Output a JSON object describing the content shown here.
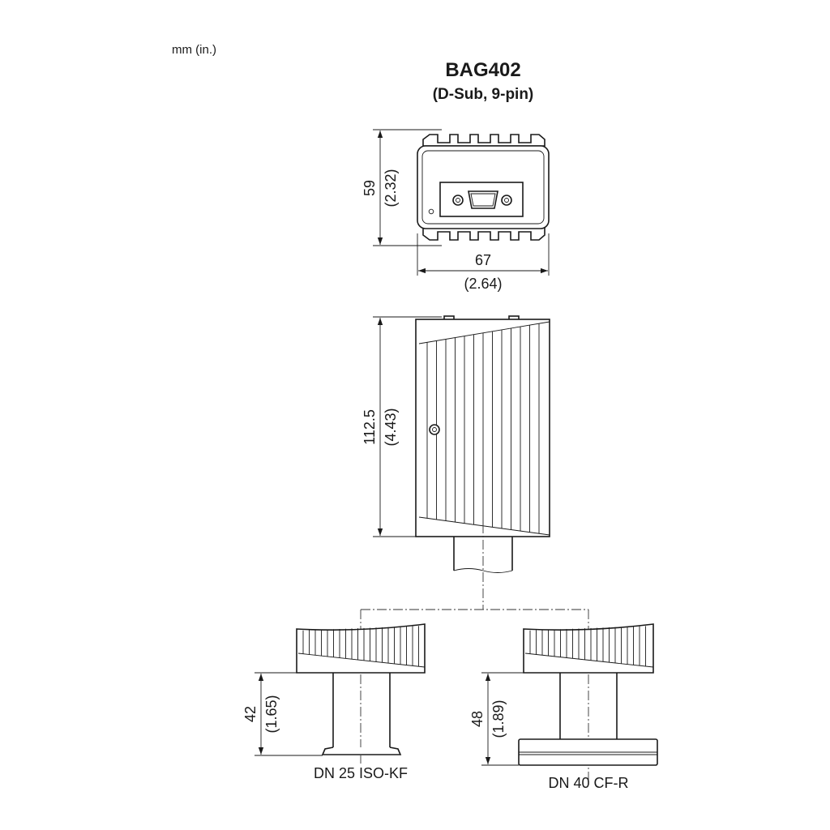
{
  "units_label": "mm (in.)",
  "title": "BAG402",
  "subtitle": "(D-Sub, 9-pin)",
  "dimensions": {
    "front_height": {
      "mm": "59",
      "in": "(2.32)"
    },
    "front_width": {
      "mm": "67",
      "in": "(2.64)"
    },
    "side_length": {
      "mm": "112.5",
      "in": "(4.43)"
    },
    "kf_height": {
      "mm": "42",
      "in": "(1.65)"
    },
    "cf_height": {
      "mm": "48",
      "in": "(1.89)"
    }
  },
  "flanges": {
    "left": "DN 25 ISO-KF",
    "right": "DN 40 CF-R"
  }
}
